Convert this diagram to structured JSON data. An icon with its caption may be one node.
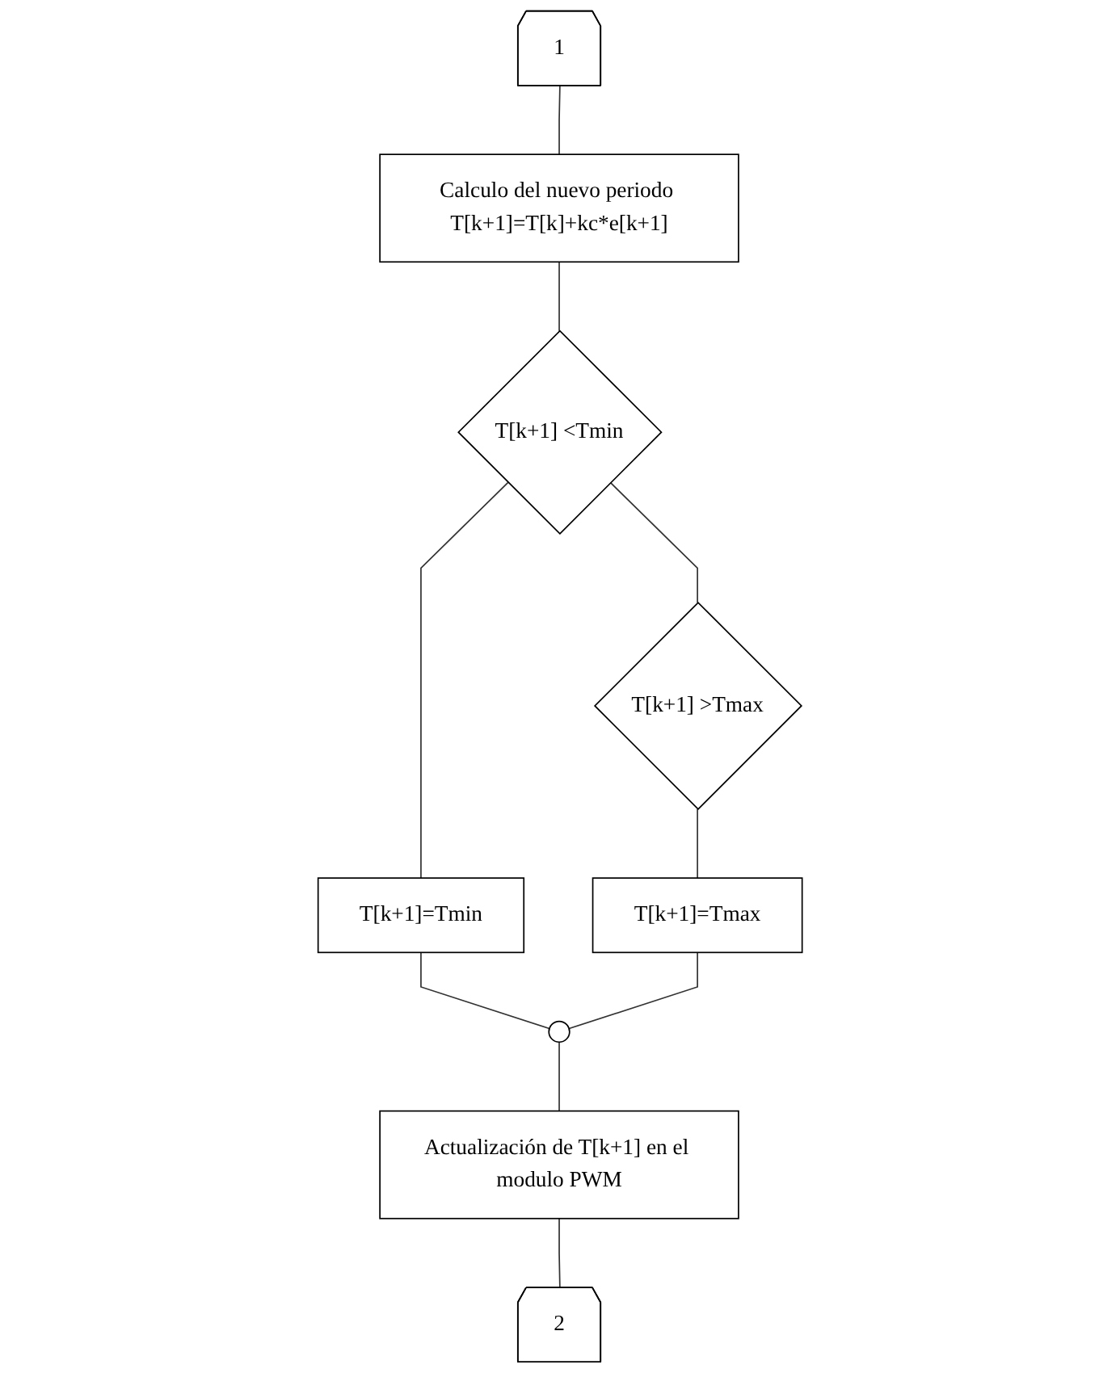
{
  "diagram": {
    "nodes": [
      {
        "text": [
          "1"
        ]
      },
      {
        "text": [
          "Calculo del nuevo periodo T[k+1]=T[k]+kc*e[k+1]"
        ]
      },
      {
        "text": [
          "T[k+1] <Tmin"
        ]
      },
      {
        "text": [
          "T[k+1]=Tmin"
        ]
      },
      {
        "text": [
          "T[k+1] >Tmax"
        ]
      },
      {
        "text": [
          "T[k+1]=Tmax"
        ]
      },
      {
        "text": [],
        "shape": "circle"
      },
      {
        "text": [
          "Actualización de T[k+1] en el modulo PWM"
        ]
      },
      {
        "text": [
          "2"
        ]
      }
    ],
    "edges": [
      {
        "from": 0,
        "to": 1,
        "arrow": "none"
      },
      {
        "from": 1,
        "to": 2,
        "arrow": "none"
      },
      {
        "from": 2,
        "to": 3,
        "arrow": "none"
      },
      {
        "from": 2,
        "to": 4,
        "arrow": "none"
      },
      {
        "from": 4,
        "to": 5,
        "arrow": "none"
      },
      {
        "from": 3,
        "to": 6,
        "arrow": "none"
      },
      {
        "from": 5,
        "to": 6,
        "arrow": "none"
      },
      {
        "from": 6,
        "to": 7,
        "arrow": "none"
      },
      {
        "from": 7,
        "to": 8,
        "arrow": "none"
      }
    ]
  }
}
